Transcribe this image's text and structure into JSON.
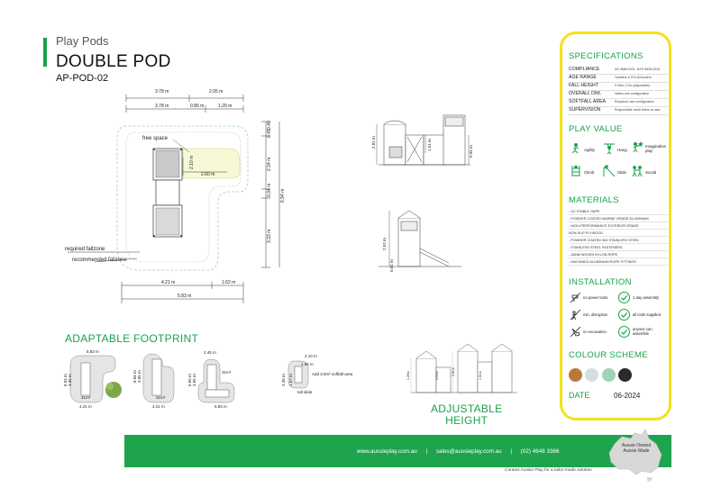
{
  "header": {
    "brand": "Play Pods",
    "title": "DOUBLE POD",
    "code": "AP-POD-02"
  },
  "plan": {
    "dims_top": [
      "3.78 m",
      "2.05 m",
      "3.78 m",
      "0.85 m",
      "1.20 m"
    ],
    "dims_right": [
      "0.40",
      "0.45",
      "2.34 m",
      "0.34 m",
      "3.33 m",
      "6.94 m"
    ],
    "inner": [
      "2.10 m",
      "2.60 m"
    ],
    "dims_bottom": [
      "4.21 m",
      "1.62 m",
      "5.83 m"
    ],
    "free_space": "free space",
    "required_fallzone": "required fallzone",
    "recommended_fallzone": "recommended\nfallzone"
  },
  "elevation": {
    "front_dims": [
      "2.81 m",
      "1.51 m",
      "0.95 m"
    ],
    "side_dims": [
      "2.52 m",
      "0.61 m"
    ]
  },
  "adaptable": {
    "heading": "ADAPTABLE FOOTPRINT",
    "option1": {
      "w": "5.83 m",
      "h1": "6.94 m",
      "h2": "3.95 m",
      "area": "31m²",
      "base": "4.21 m"
    },
    "option2": {
      "h1": "8.56 m",
      "h2": "3.95 m",
      "area": "31m²",
      "base": "4.21 m"
    },
    "option3": {
      "h1": "6.95 m",
      "h2": "3.95 m",
      "area": "31m²",
      "base": "5.83 m",
      "top": "2.45 m"
    },
    "addon": {
      "top": "2.10 m",
      "mid": "1.62 m",
      "h1": "3.36 m",
      "h2": "1.57 m",
      "note": "Add 3.5m² softfall area",
      "slide": "tall slide"
    }
  },
  "adjustable": {
    "label_line1": "ADJUSTABLE",
    "label_line2": "HEIGHT",
    "dims": [
      "1.20m",
      "0.95m",
      "2.81m",
      "1.51m"
    ]
  },
  "specs": {
    "heading": "SPECIFICATIONS",
    "rows": [
      {
        "k": "COMPLIANCE",
        "v": "AS 4685:2021, NZS 5828:2015"
      },
      {
        "k": "AGE RANGE",
        "v": "Toddlers & Pre-Schoolers"
      },
      {
        "k": "FALL HEIGHT",
        "v": "0.95m-1.2m (adjustable)"
      },
      {
        "k": "OVERALL DIM.",
        "v": "Varies see configuration"
      },
      {
        "k": "SOFTFALL AREA",
        "v": "Required: see configuration"
      },
      {
        "k": "SUPERVISION",
        "v": "Responsible adult refers to user"
      }
    ]
  },
  "play_value": {
    "heading": "PLAY VALUE",
    "items": [
      {
        "label": "Agility",
        "icon": "agility-icon"
      },
      {
        "label": "Hang",
        "icon": "hang-icon"
      },
      {
        "label": "Imaginative play",
        "icon": "imaginative-play-icon"
      },
      {
        "label": "Climb",
        "icon": "climb-icon"
      },
      {
        "label": "Slide",
        "icon": "slide-icon"
      },
      {
        "label": "Social",
        "icon": "social-icon"
      }
    ]
  },
  "materials": {
    "heading": "MATERIALS",
    "items": [
      "- UV STABLE HDPE",
      "- POWDER COATED MARINE GRADE ALUMINIUM",
      "- HIGH-PERFORMANCE EXTERIOR GRADE",
      "  NON-SLIP PLYWOOD",
      "- POWDER COATED 304 STAINLESS STEEL",
      "- STAINLESS STEEL FASTENERS",
      "- 16MM WOVEN NYLON ROPE",
      "- MACHINED ALUMINIUM ROPE FITTINGS"
    ]
  },
  "installation": {
    "heading": "INSTALLATION",
    "items": [
      {
        "label": "no power tools",
        "icon": "no-power-tools-icon"
      },
      {
        "label": "1 day assembly",
        "icon": "check-icon"
      },
      {
        "label": "min. disruption",
        "icon": "min-disruption-icon"
      },
      {
        "label": "all tools supplied",
        "icon": "check-icon"
      },
      {
        "label": "no excavation",
        "icon": "no-excavation-icon"
      },
      {
        "label": "anyone can\nassemble",
        "icon": "check-icon"
      }
    ]
  },
  "colour": {
    "heading": "COLOUR SCHEME",
    "swatches": [
      "#b7793a",
      "#d6dde2",
      "#9fd3b4",
      "#2a2a2a"
    ]
  },
  "date": {
    "label": "DATE",
    "value": "06-2024"
  },
  "footer": {
    "website": "www.aussieplay.com.au",
    "email": "sales@aussieplay.com.au",
    "phone": "(02) 4648 3366",
    "sep": "|",
    "badge_line1": "Aussie Owned",
    "badge_line2": "Aussie Made",
    "tagline": "Contact Aussie Play for a tailor-made solution"
  },
  "colors": {
    "accent": "#1ea44d",
    "panel_border": "#f2e21c"
  }
}
